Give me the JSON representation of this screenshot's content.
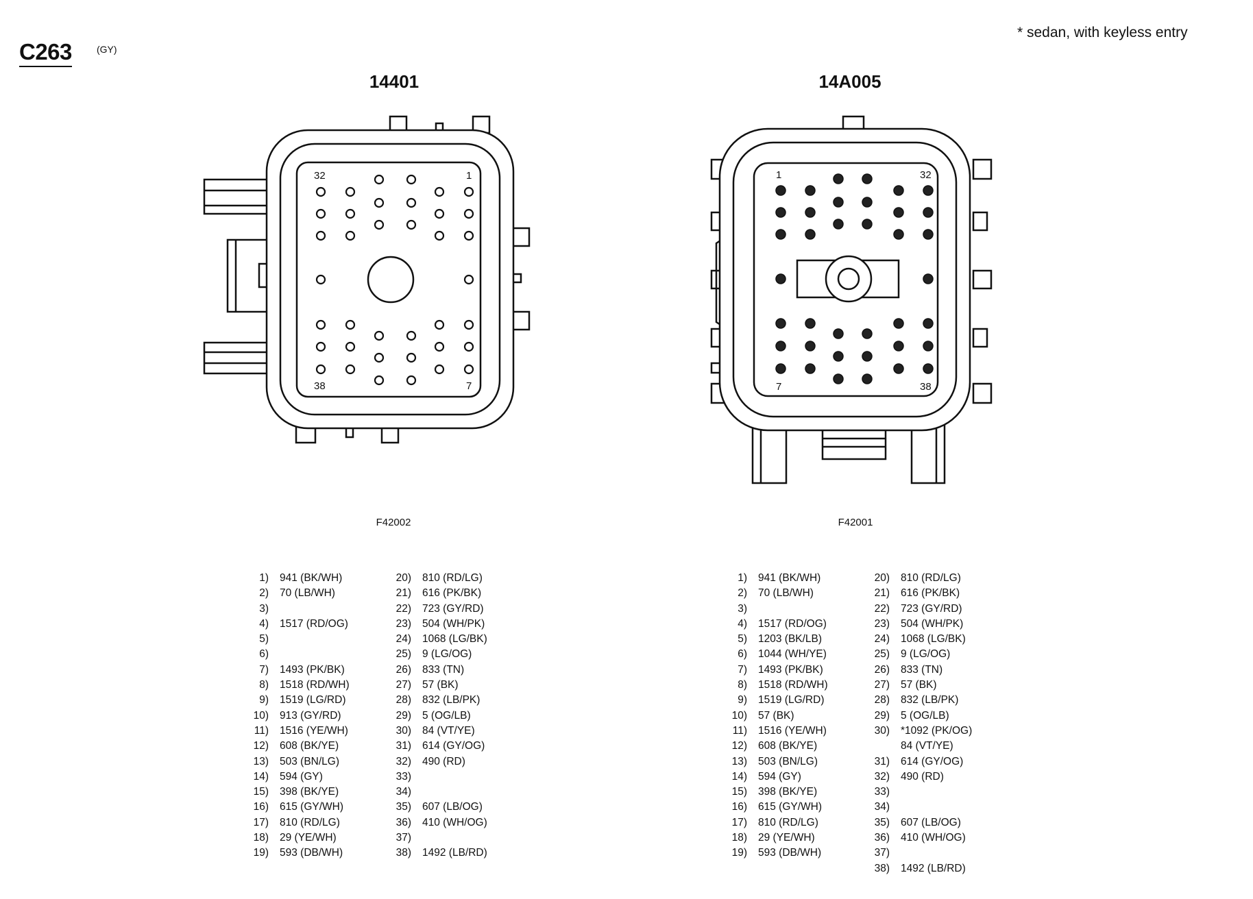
{
  "header": {
    "connector_id": "C263",
    "color_code": "(GY)",
    "footnote": "* sedan, with keyless entry"
  },
  "connectors": [
    {
      "title": "14401",
      "figure_id": "F42002",
      "corner_labels": [
        "32",
        "1",
        "38",
        "7"
      ]
    },
    {
      "title": "14A005",
      "figure_id": "F42001",
      "corner_labels": [
        "1",
        "32",
        "7",
        "38"
      ]
    }
  ],
  "pinouts": [
    {
      "left": [
        {
          "num": "1)",
          "val": "941 (BK/WH)"
        },
        {
          "num": "2)",
          "val": "70 (LB/WH)"
        },
        {
          "num": "3)",
          "val": ""
        },
        {
          "num": "4)",
          "val": "1517 (RD/OG)"
        },
        {
          "num": "5)",
          "val": ""
        },
        {
          "num": "6)",
          "val": ""
        },
        {
          "num": "7)",
          "val": "1493 (PK/BK)"
        },
        {
          "num": "8)",
          "val": "1518 (RD/WH)"
        },
        {
          "num": "9)",
          "val": "1519 (LG/RD)"
        },
        {
          "num": "10)",
          "val": "913 (GY/RD)"
        },
        {
          "num": "11)",
          "val": "1516 (YE/WH)"
        },
        {
          "num": "12)",
          "val": "608 (BK/YE)"
        },
        {
          "num": "13)",
          "val": "503 (BN/LG)"
        },
        {
          "num": "14)",
          "val": "594 (GY)"
        },
        {
          "num": "15)",
          "val": "398 (BK/YE)"
        },
        {
          "num": "16)",
          "val": "615 (GY/WH)"
        },
        {
          "num": "17)",
          "val": "810 (RD/LG)"
        },
        {
          "num": "18)",
          "val": "29 (YE/WH)"
        },
        {
          "num": "19)",
          "val": "593 (DB/WH)"
        }
      ],
      "right": [
        {
          "num": "20)",
          "val": "810 (RD/LG)"
        },
        {
          "num": "21)",
          "val": "616 (PK/BK)"
        },
        {
          "num": "22)",
          "val": "723 (GY/RD)"
        },
        {
          "num": "23)",
          "val": "504 (WH/PK)"
        },
        {
          "num": "24)",
          "val": "1068 (LG/BK)"
        },
        {
          "num": "25)",
          "val": "9 (LG/OG)"
        },
        {
          "num": "26)",
          "val": "833 (TN)"
        },
        {
          "num": "27)",
          "val": "57 (BK)"
        },
        {
          "num": "28)",
          "val": "832 (LB/PK)"
        },
        {
          "num": "29)",
          "val": "5 (OG/LB)"
        },
        {
          "num": "30)",
          "val": "84 (VT/YE)"
        },
        {
          "num": "31)",
          "val": "614 (GY/OG)"
        },
        {
          "num": "32)",
          "val": "490 (RD)"
        },
        {
          "num": "33)",
          "val": ""
        },
        {
          "num": "34)",
          "val": ""
        },
        {
          "num": "35)",
          "val": "607 (LB/OG)"
        },
        {
          "num": "36)",
          "val": "410 (WH/OG)"
        },
        {
          "num": "37)",
          "val": ""
        },
        {
          "num": "38)",
          "val": "1492 (LB/RD)"
        }
      ]
    },
    {
      "left": [
        {
          "num": "1)",
          "val": "941 (BK/WH)"
        },
        {
          "num": "2)",
          "val": "70 (LB/WH)"
        },
        {
          "num": "3)",
          "val": ""
        },
        {
          "num": "4)",
          "val": "1517 (RD/OG)"
        },
        {
          "num": "5)",
          "val": "1203 (BK/LB)"
        },
        {
          "num": "6)",
          "val": "1044 (WH/YE)"
        },
        {
          "num": "7)",
          "val": "1493 (PK/BK)"
        },
        {
          "num": "8)",
          "val": "1518 (RD/WH)"
        },
        {
          "num": "9)",
          "val": "1519 (LG/RD)"
        },
        {
          "num": "10)",
          "val": "57 (BK)"
        },
        {
          "num": "11)",
          "val": "1516 (YE/WH)"
        },
        {
          "num": "12)",
          "val": "608 (BK/YE)"
        },
        {
          "num": "13)",
          "val": "503 (BN/LG)"
        },
        {
          "num": "14)",
          "val": "594 (GY)"
        },
        {
          "num": "15)",
          "val": "398 (BK/YE)"
        },
        {
          "num": "16)",
          "val": "615 (GY/WH)"
        },
        {
          "num": "17)",
          "val": "810 (RD/LG)"
        },
        {
          "num": "18)",
          "val": "29 (YE/WH)"
        },
        {
          "num": "19)",
          "val": "593 (DB/WH)"
        }
      ],
      "right": [
        {
          "num": "20)",
          "val": "810 (RD/LG)"
        },
        {
          "num": "21)",
          "val": "616 (PK/BK)"
        },
        {
          "num": "22)",
          "val": "723 (GY/RD)"
        },
        {
          "num": "23)",
          "val": "504 (WH/PK)"
        },
        {
          "num": "24)",
          "val": "1068 (LG/BK)"
        },
        {
          "num": "25)",
          "val": "9 (LG/OG)"
        },
        {
          "num": "26)",
          "val": "833 (TN)"
        },
        {
          "num": "27)",
          "val": "57 (BK)"
        },
        {
          "num": "28)",
          "val": "832 (LB/PK)"
        },
        {
          "num": "29)",
          "val": "5 (OG/LB)"
        },
        {
          "num": "30)",
          "val": "*1092 (PK/OG)"
        },
        {
          "num": "",
          "val": "84 (VT/YE)"
        },
        {
          "num": "31)",
          "val": "614 (GY/OG)"
        },
        {
          "num": "32)",
          "val": "490 (RD)"
        },
        {
          "num": "33)",
          "val": ""
        },
        {
          "num": "34)",
          "val": ""
        },
        {
          "num": "35)",
          "val": "607 (LB/OG)"
        },
        {
          "num": "36)",
          "val": "410 (WH/OG)"
        },
        {
          "num": "37)",
          "val": ""
        },
        {
          "num": "38)",
          "val": "1492 (LB/RD)"
        }
      ]
    }
  ]
}
